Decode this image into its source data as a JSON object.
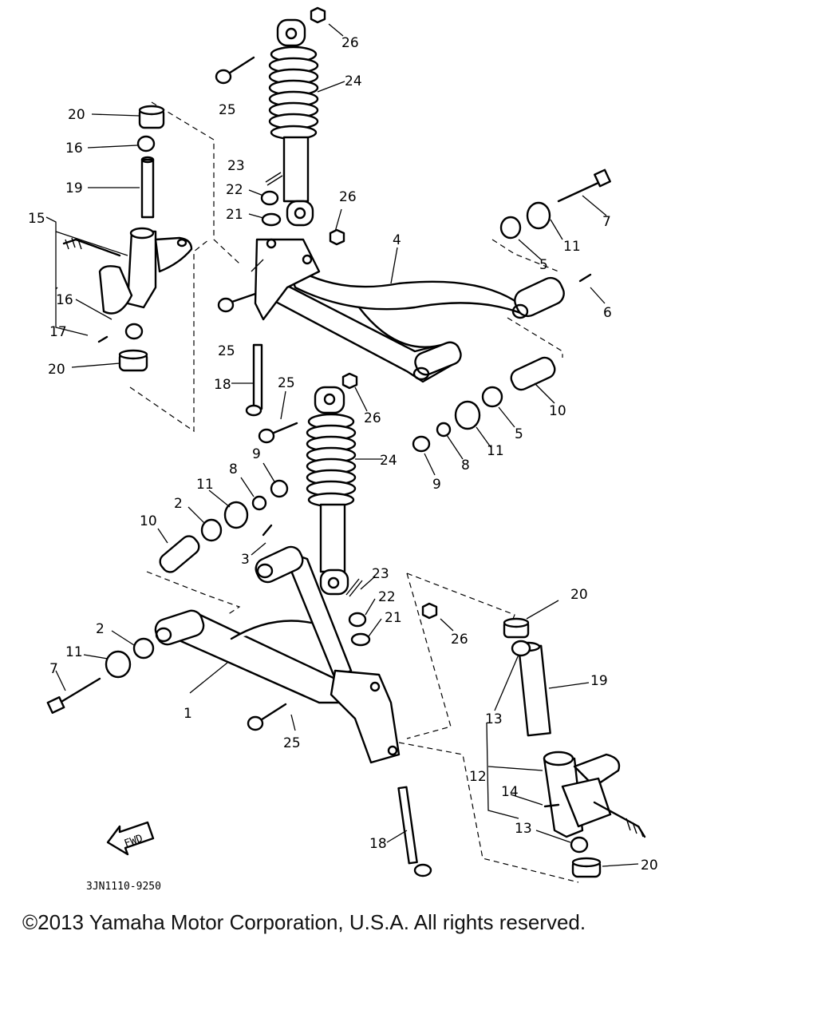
{
  "diagram": {
    "code": "3JN1110-9250",
    "fwd_label": "FWD",
    "labels": [
      {
        "id": "p26a",
        "text": "26"
      },
      {
        "id": "p25a",
        "text": "25"
      },
      {
        "id": "p24a",
        "text": "24"
      },
      {
        "id": "p20a",
        "text": "20"
      },
      {
        "id": "p16a",
        "text": "16"
      },
      {
        "id": "p23a",
        "text": "23"
      },
      {
        "id": "p19a",
        "text": "19"
      },
      {
        "id": "p22a",
        "text": "22"
      },
      {
        "id": "p26b",
        "text": "26"
      },
      {
        "id": "p15",
        "text": "15"
      },
      {
        "id": "p21a",
        "text": "21"
      },
      {
        "id": "p7a",
        "text": "7"
      },
      {
        "id": "p11a",
        "text": "11"
      },
      {
        "id": "p4",
        "text": "4"
      },
      {
        "id": "p5a",
        "text": "5"
      },
      {
        "id": "p6",
        "text": "6"
      },
      {
        "id": "p16b",
        "text": "16"
      },
      {
        "id": "p25b",
        "text": "25"
      },
      {
        "id": "p17",
        "text": "17"
      },
      {
        "id": "p20b",
        "text": "20"
      },
      {
        "id": "p18a",
        "text": "18"
      },
      {
        "id": "p25c",
        "text": "25"
      },
      {
        "id": "p26c",
        "text": "26"
      },
      {
        "id": "p10a",
        "text": "10"
      },
      {
        "id": "p5b",
        "text": "5"
      },
      {
        "id": "p11b",
        "text": "11"
      },
      {
        "id": "p24b",
        "text": "24"
      },
      {
        "id": "p9a",
        "text": "9"
      },
      {
        "id": "p8a",
        "text": "8"
      },
      {
        "id": "p9b",
        "text": "9"
      },
      {
        "id": "p8b",
        "text": "8"
      },
      {
        "id": "p11c",
        "text": "11"
      },
      {
        "id": "p2a",
        "text": "2"
      },
      {
        "id": "p10b",
        "text": "10"
      },
      {
        "id": "p3",
        "text": "3"
      },
      {
        "id": "p23b",
        "text": "23"
      },
      {
        "id": "p20c",
        "text": "20"
      },
      {
        "id": "p22b",
        "text": "22"
      },
      {
        "id": "p21b",
        "text": "21"
      },
      {
        "id": "p2b",
        "text": "2"
      },
      {
        "id": "p26d",
        "text": "26"
      },
      {
        "id": "p11d",
        "text": "11"
      },
      {
        "id": "p19b",
        "text": "19"
      },
      {
        "id": "p7b",
        "text": "7"
      },
      {
        "id": "p1",
        "text": "1"
      },
      {
        "id": "p13a",
        "text": "13"
      },
      {
        "id": "p25d",
        "text": "25"
      },
      {
        "id": "p12",
        "text": "12"
      },
      {
        "id": "p14",
        "text": "14"
      },
      {
        "id": "p13b",
        "text": "13"
      },
      {
        "id": "p18b",
        "text": "18"
      },
      {
        "id": "p20d",
        "text": "20"
      }
    ]
  },
  "footer": {
    "copyright": "©2013 Yamaha Motor Corporation, U.S.A. All rights reserved."
  }
}
